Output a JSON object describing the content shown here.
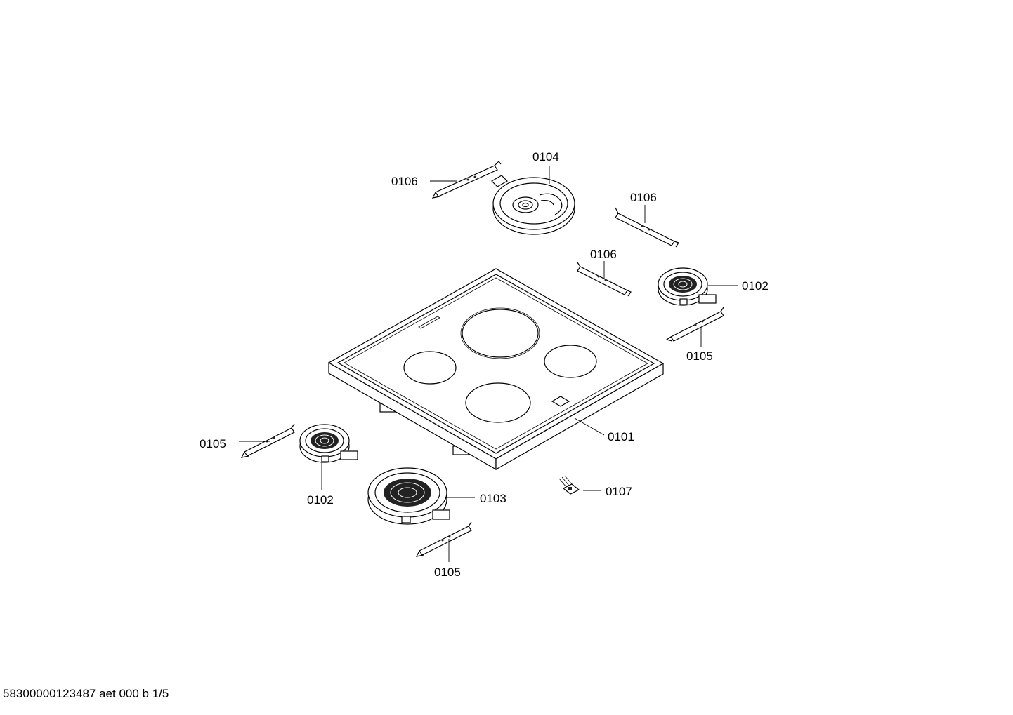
{
  "diagram": {
    "callouts": [
      {
        "id": "c1",
        "text": "0104"
      },
      {
        "id": "c2",
        "text": "0106"
      },
      {
        "id": "c3",
        "text": "0106"
      },
      {
        "id": "c4",
        "text": "0106"
      },
      {
        "id": "c5",
        "text": "0102"
      },
      {
        "id": "c6",
        "text": "0105"
      },
      {
        "id": "c7",
        "text": "0101"
      },
      {
        "id": "c8",
        "text": "0105"
      },
      {
        "id": "c9",
        "text": "0102"
      },
      {
        "id": "c10",
        "text": "0103"
      },
      {
        "id": "c11",
        "text": "0107"
      },
      {
        "id": "c12",
        "text": "0105"
      }
    ]
  },
  "footer": {
    "text": "58300000123487 aet 000 b 1/5"
  }
}
